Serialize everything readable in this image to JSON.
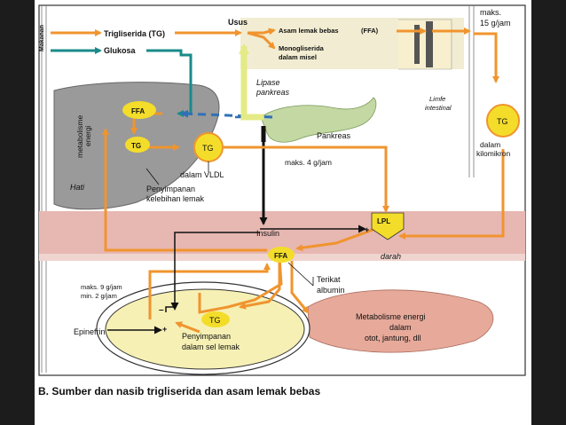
{
  "labels": {
    "makanan": "Makanan",
    "trigliserida": "Trigliserida (TG)",
    "glukosa": "Glukosa",
    "usus": "Usus",
    "asam_lemak": "Asam lemak bebas",
    "ffa_paren": "(FFA)",
    "monogliserida_1": "Monogliserida",
    "monogliserida_2": "dalam misel",
    "maks_top_1": "maks.",
    "maks_top_2": "15 g/jam",
    "lipase_1": "Lipase",
    "lipase_2": "pankreas",
    "limfe_1": "Limfe",
    "limfe_2": "intestinal",
    "metabolisme_1": "metabolisme",
    "metabolisme_2": "energi",
    "ffa_liver": "FFA",
    "tg_liver": "TG",
    "tg_vldl": "TG",
    "dalam_vldl": "dalam VLDL",
    "pankreas": "Pankreas",
    "maks_vldl": "maks. 4 g/jam",
    "tg_kilo": "TG",
    "dalam_kilo_1": "dalam",
    "dalam_kilo_2": "kilomikron",
    "hati": "Hati",
    "penyimpanan_1": "Penyimpanan",
    "penyimpanan_2": "kelebihan lemak",
    "lpl": "LPL",
    "insulin": "Insulin",
    "ffa_blood": "FFA",
    "darah": "darah",
    "terikat_1": "Terikat",
    "terikat_2": "albumin",
    "maks_fat_1": "maks. 9 g/jam",
    "maks_fat_2": "min.  2 g/jam",
    "epinefrin": "Epinefrin",
    "tg_fat": "TG",
    "peny_sel_1": "Penyimpanan",
    "peny_sel_2": "dalam sel lemak",
    "metab_otot_1": "Metabolisme energi",
    "metab_otot_2": "dalam",
    "metab_otot_3": "otot, jantung, dll",
    "sign_plus": "+",
    "sign_minus": "–",
    "sign_plus2": "+",
    "caption": "B. Sumber dan nasib trigliserida dan asam lemak bebas"
  },
  "colors": {
    "orange": "#f0942e",
    "teal": "#1a8a8a",
    "yellow": "#f3dd2a",
    "green_arrow": "#e4eb86",
    "liver": "#9a9a9a",
    "blood": "#e7b7b2",
    "muscle": "#e6a99a",
    "intestine": "#f2edd2",
    "pancreas": "#c4d8a4",
    "blue_dash": "#3070b8"
  }
}
